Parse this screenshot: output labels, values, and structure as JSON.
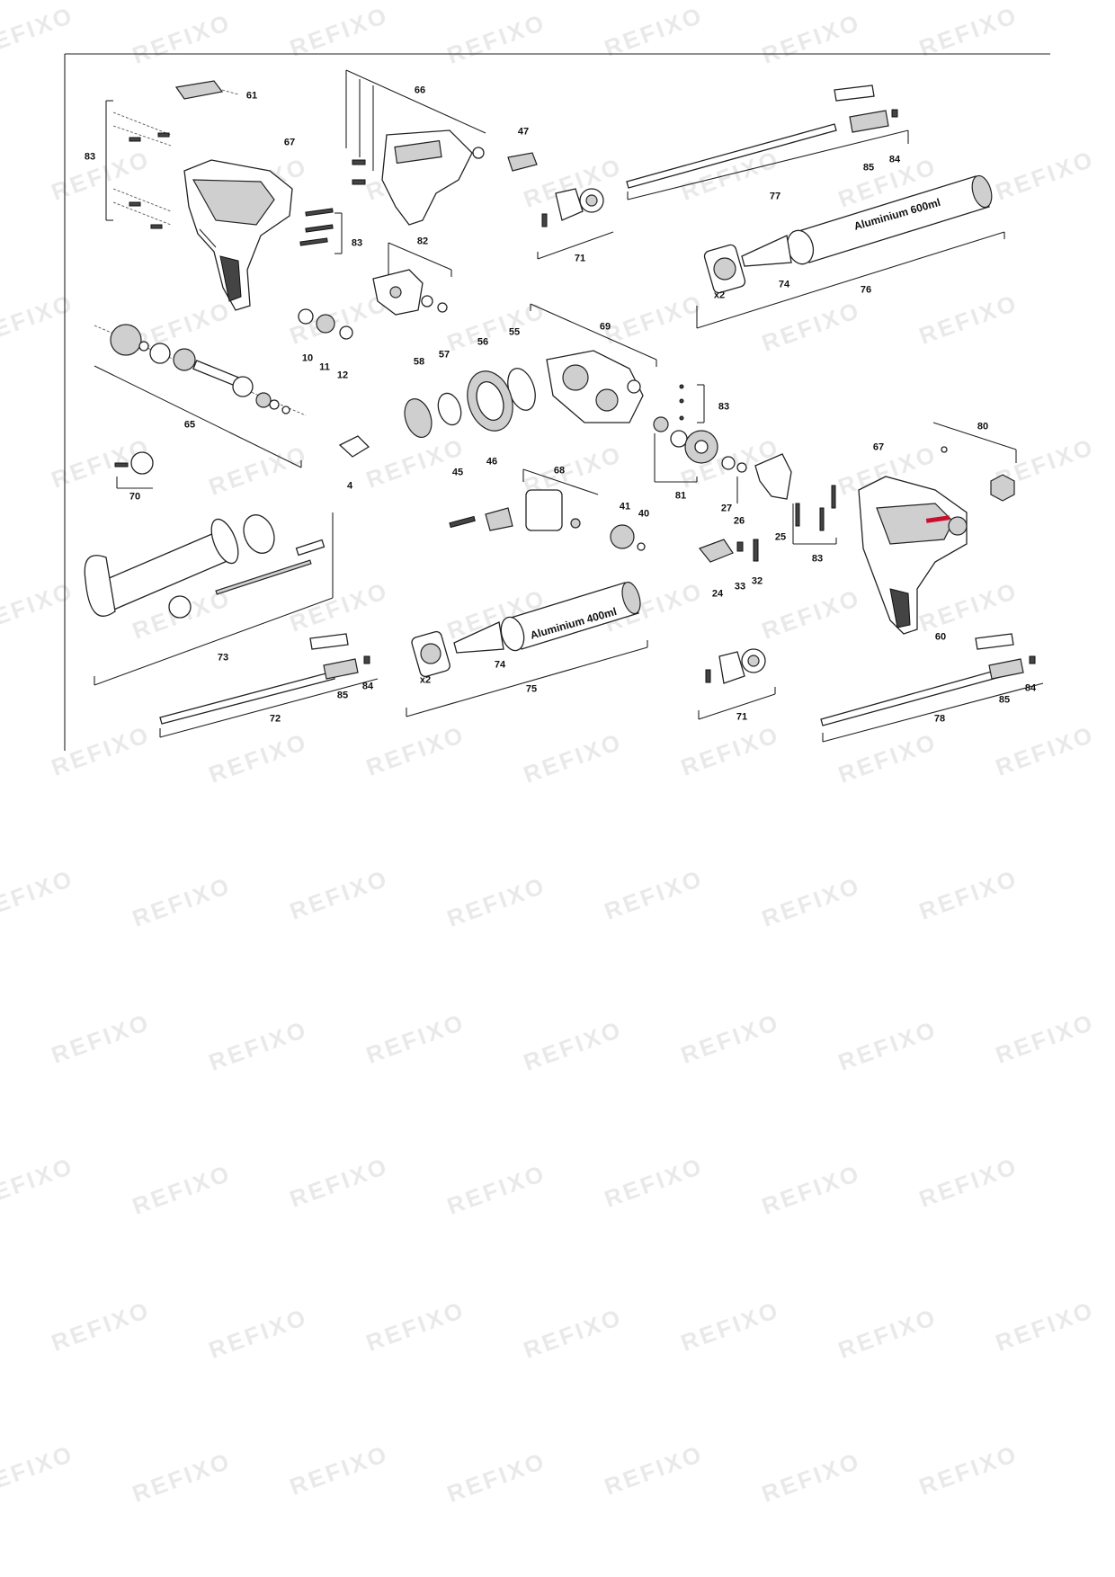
{
  "watermark": "REFIXO",
  "labels": {
    "l61": "61",
    "l67a": "67",
    "l83a": "83",
    "l66": "66",
    "l47": "47",
    "l83b": "83",
    "l82": "82",
    "l71a": "71",
    "l77": "77",
    "l84a": "84",
    "l85a": "85",
    "l74a": "74",
    "lx2a": "x2",
    "l76": "76",
    "l10": "10",
    "l11": "11",
    "l12": "12",
    "l58": "58",
    "l57": "57",
    "l56": "56",
    "l55": "55",
    "l69": "69",
    "l83c": "83",
    "l65": "65",
    "l70": "70",
    "l4": "4",
    "l45": "45",
    "l46": "46",
    "l68": "68",
    "l41": "41",
    "l40": "40",
    "l81": "81",
    "l27": "27",
    "l26": "26",
    "l25": "25",
    "l80": "80",
    "l67b": "67",
    "l83d": "83",
    "l24": "24",
    "l33": "33",
    "l32": "32",
    "l60": "60",
    "l73": "73",
    "l85b": "85",
    "l84b": "84",
    "l72": "72",
    "l74b": "74",
    "lx2b": "x2",
    "l75": "75",
    "l71b": "71",
    "l85c": "85",
    "l84c": "84",
    "l78": "78"
  },
  "cartridges": {
    "c600": "Aluminium 600ml",
    "c400": "Aluminium 400ml"
  },
  "colors": {
    "line": "#222222",
    "watermark": "#e9e9e9",
    "brand_red": "#c8102e"
  }
}
